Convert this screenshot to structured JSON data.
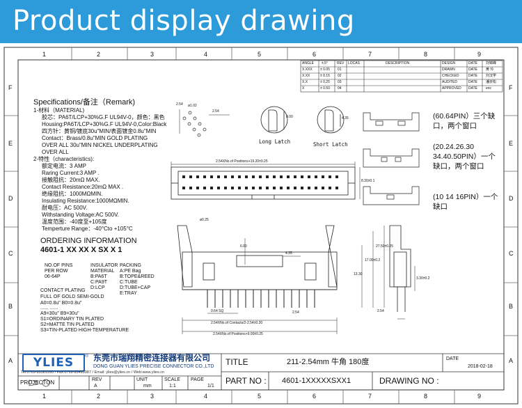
{
  "banner": {
    "title": "Product display drawing"
  },
  "grid": {
    "columns": [
      "1",
      "2",
      "3",
      "4",
      "5",
      "6",
      "7",
      "8",
      "9"
    ],
    "rows": [
      "F",
      "E",
      "D",
      "C",
      "B",
      "A"
    ]
  },
  "tolerance_table": {
    "header": [
      "ANGLE",
      "±.5°"
    ],
    "rows": [
      [
        "X.XXX",
        "± 0.05"
      ],
      [
        "X.XX",
        "± 0.15"
      ],
      [
        "X.X",
        "± 0.25"
      ],
      [
        "X",
        "± 0.50"
      ]
    ]
  },
  "revision_table": {
    "headers": [
      "REV",
      "LOCAS",
      "DESCRIPTION"
    ],
    "rows": [
      "01",
      "02",
      "03",
      "04"
    ]
  },
  "approval_table": {
    "rows": [
      {
        "label": "DESIGN",
        "date_label": "DATE",
        "name": "刘锦峰"
      },
      {
        "label": "DRAWN",
        "date_label": "DATE",
        "name": "黄 玲"
      },
      {
        "label": "CHECKED",
        "date_label": "DATE",
        "name": "刘汉学"
      },
      {
        "label": "AUDITED",
        "date_label": "DATE",
        "name": "潘崇松"
      },
      {
        "label": "APPROVED",
        "date_label": "DATE",
        "name": "enc"
      }
    ]
  },
  "specifications": {
    "title": "Specifications/备注（Remark)",
    "lines": [
      "1-材料（MATERIAL)",
      "胶芯：PA6T/LCP+30%G.F UL94V-0，颜色：黑色",
      "Housing:PA6T/LCP+30%G.F UL94V-0,Color:Black",
      "四方针：黄铜/镀底30u\"MIN/表面镀金0.8u\"MIN",
      "Contact：Brass/0.8u\"MIN GOLD PLATING",
      "OVER ALL 30u\"MIN NICKEL UNDERPLATING",
      "OVER ALL",
      "2-特性（characteristics):",
      "额定电流：3 AMP",
      "Raring Current:3 AMP .",
      "接触阻抗：20mΩ MAX.",
      "Contact Resistance:20mΩ MAX .",
      "绝缘阻抗：1000MΩMIN.",
      "Insulating Resistance:1000MΩMIN.",
      "耐电压：AC 500V.",
      "Withstanding Voltage:AC 500V.",
      "温度范围：-40度至+105度",
      "Temperture Range：-40°Cto +105°C"
    ]
  },
  "ordering": {
    "title": "ORDERING INFORMATION",
    "code": "4601-1  XX XX X  SX  X 1",
    "no_of_pins": [
      "NO.OF PINS",
      "PER ROW",
      "06-64P"
    ],
    "insulator": [
      "INSULATOR",
      "MATERIAL",
      "B:PA6T",
      "C:PA9T",
      "D:LCP"
    ],
    "packing": [
      "PACKING",
      "A:PE Bag",
      "B:TOPE&REED",
      "C:TUBE",
      "D:TUBE+CAP",
      "E:TRAY"
    ],
    "plating_title": [
      "CONTACT PLATING",
      "FULL OF GOLD SEMI-GOLD"
    ],
    "plating_lines": [
      "A0=0.8u\"        B0=0.8u\"",
      "......                 ......",
      "A9=30u\"           B9=30u\"",
      "S1=ORDINARY TIN PLATED",
      "S2=MATTE TIN PLATED",
      "S3=TIN-PLATED HIGH-TEMPERATURE"
    ]
  },
  "latches": {
    "long": "Long Latch",
    "short": "Short Latch",
    "long_dim": "8.00",
    "short_dim": "4.35"
  },
  "variants": [
    "(60.64PIN）三个缺口，两个窗口",
    "(20.24.26.30 34.40.50PIN）一个缺口，两个窗口",
    "(10  14  16PIN）一个缺口"
  ],
  "dimensions": {
    "pitch": "2.54",
    "pitch_top": "2.54",
    "top_pin_dim": "ø1.02",
    "positions_top": "2.54XNo.of Positions+19.20±0.25",
    "side_height": "8.30±0.1",
    "latch_h": "6.00",
    "latch_w": "4.35",
    "dia": "ø0.25",
    "contacts": "2.54XNo.of Contacts/2-2.54±0.20",
    "positions_bottom": "2.54XNo.of Positions+9.00±0.25",
    "pin_sq": "0.64 SQ",
    "bottom_pitch": "2.54",
    "v1": "13.30",
    "v2": "17.00±0.2",
    "v3": "27.50±0.25",
    "v4": "3.30±0.2",
    "side_pitch": "2.54"
  },
  "title_block": {
    "company_cn": "东莞市瑞翔精密连接器有限公司",
    "company_en": "DONG GUAN YLIES PRECISE CONNECTOR CO.,LTD",
    "logo": "YLIES",
    "logo_mark": "®",
    "contact_tel": "Tel:0769-85381995 / Fax:0769-85493987 / Email: ylies@ylies.cn / Web:www.ylies.cn",
    "title_label": "TITLE",
    "title_value": "211-2.54mm 牛角 180度",
    "date_label": "DATE",
    "date_value": "2018-02-18",
    "projection_label": "PROJECTON",
    "rev_label": "REV",
    "rev_value": "A",
    "unit_label": "UNIT",
    "unit_value": "mm",
    "scale_label": "SCALE",
    "scale_value": "1:1",
    "page_label": "PAGE",
    "page_value": "1/1",
    "part_label": "PART NO :",
    "part_value": "4601-1XXXXXSXX1",
    "drawing_label": "DRAWING NO :"
  }
}
